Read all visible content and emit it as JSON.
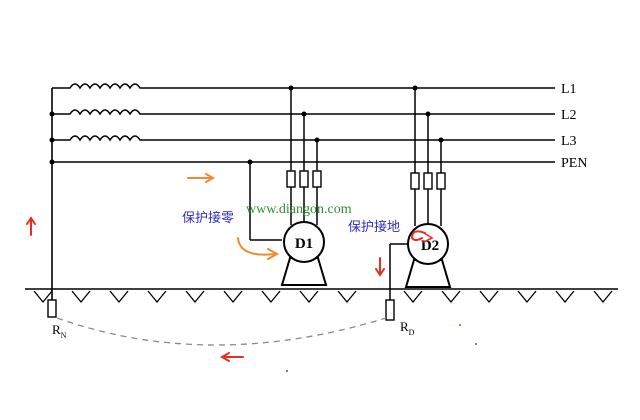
{
  "lines": {
    "l1": "L1",
    "l2": "L2",
    "l3": "L3",
    "pen": "PEN"
  },
  "devices": {
    "d1": "D1",
    "d2": "D2"
  },
  "annotations": {
    "protect_zero": "保护接零",
    "protect_ground": "保护接地",
    "watermark": "www.diangon.com"
  },
  "resistors": {
    "rn_main": "R",
    "rn_sub": "N",
    "rd_main": "R",
    "rd_sub": "D"
  },
  "colors": {
    "line": "#000000",
    "annotation_blue": "#2d2db8",
    "watermark_green": "#2f8f2f",
    "arrow_red": "#e53020",
    "arrow_orange": "#f08a2a",
    "dashed": "#8a8a8a"
  }
}
